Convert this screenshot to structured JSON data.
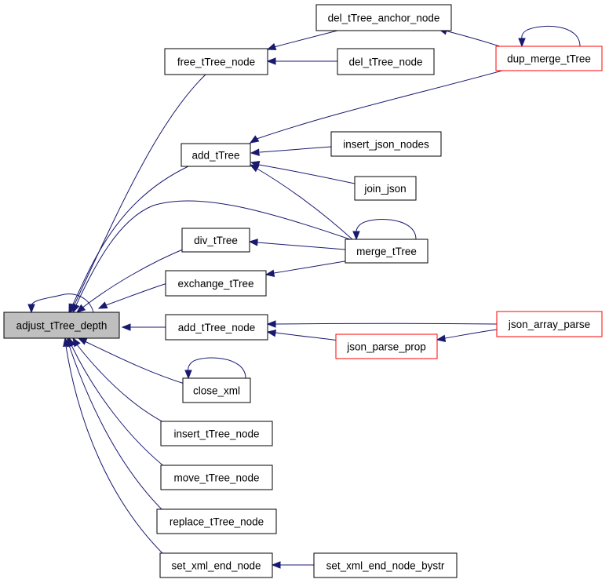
{
  "colors": {
    "edge": "#191970",
    "box_border": "#000000",
    "box_border_truncated": "#ff0000",
    "box_fill": "#ffffff",
    "root_fill": "#bfbfbf",
    "text": "#000000"
  },
  "nodes": [
    {
      "id": "adjust",
      "label": "adjust_tTree_depth",
      "style": "root"
    },
    {
      "id": "free",
      "label": "free_tTree_node",
      "style": "normal"
    },
    {
      "id": "del_anchor",
      "label": "del_tTree_anchor_node",
      "style": "normal"
    },
    {
      "id": "del_node",
      "label": "del_tTree_node",
      "style": "normal"
    },
    {
      "id": "dup_merge",
      "label": "dup_merge_tTree",
      "style": "truncated"
    },
    {
      "id": "add",
      "label": "add_tTree",
      "style": "normal"
    },
    {
      "id": "insert_json",
      "label": "insert_json_nodes",
      "style": "normal"
    },
    {
      "id": "join_json",
      "label": "join_json",
      "style": "normal"
    },
    {
      "id": "merge",
      "label": "merge_tTree",
      "style": "normal"
    },
    {
      "id": "div",
      "label": "div_tTree",
      "style": "normal"
    },
    {
      "id": "exchange",
      "label": "exchange_tTree",
      "style": "normal"
    },
    {
      "id": "add_node",
      "label": "add_tTree_node",
      "style": "normal"
    },
    {
      "id": "json_array",
      "label": "json_array_parse",
      "style": "truncated"
    },
    {
      "id": "json_prop",
      "label": "json_parse_prop",
      "style": "truncated"
    },
    {
      "id": "close_xml",
      "label": "close_xml",
      "style": "normal"
    },
    {
      "id": "insert_node",
      "label": "insert_tTree_node",
      "style": "normal"
    },
    {
      "id": "move_node",
      "label": "move_tTree_node",
      "style": "normal"
    },
    {
      "id": "replace_node",
      "label": "replace_tTree_node",
      "style": "normal"
    },
    {
      "id": "set_xml_end",
      "label": "set_xml_end_node",
      "style": "normal"
    },
    {
      "id": "set_xml_end_bystr",
      "label": "set_xml_end_node_bystr",
      "style": "normal"
    }
  ],
  "edges": [
    {
      "from": "adjust",
      "to": "adjust"
    },
    {
      "from": "free",
      "to": "adjust"
    },
    {
      "from": "add",
      "to": "adjust"
    },
    {
      "from": "merge",
      "to": "adjust"
    },
    {
      "from": "div",
      "to": "adjust"
    },
    {
      "from": "exchange",
      "to": "adjust"
    },
    {
      "from": "add_node",
      "to": "adjust"
    },
    {
      "from": "close_xml",
      "to": "adjust"
    },
    {
      "from": "insert_node",
      "to": "adjust"
    },
    {
      "from": "move_node",
      "to": "adjust"
    },
    {
      "from": "replace_node",
      "to": "adjust"
    },
    {
      "from": "set_xml_end",
      "to": "adjust"
    },
    {
      "from": "del_anchor",
      "to": "free"
    },
    {
      "from": "del_node",
      "to": "free"
    },
    {
      "from": "dup_merge",
      "to": "del_anchor"
    },
    {
      "from": "dup_merge",
      "to": "dup_merge"
    },
    {
      "from": "dup_merge",
      "to": "add"
    },
    {
      "from": "insert_json",
      "to": "add"
    },
    {
      "from": "join_json",
      "to": "add"
    },
    {
      "from": "merge",
      "to": "add"
    },
    {
      "from": "merge",
      "to": "merge"
    },
    {
      "from": "merge",
      "to": "div"
    },
    {
      "from": "merge",
      "to": "exchange"
    },
    {
      "from": "json_array",
      "to": "add_node"
    },
    {
      "from": "json_prop",
      "to": "add_node"
    },
    {
      "from": "json_array",
      "to": "json_prop"
    },
    {
      "from": "close_xml",
      "to": "close_xml"
    },
    {
      "from": "set_xml_end_bystr",
      "to": "set_xml_end"
    }
  ]
}
